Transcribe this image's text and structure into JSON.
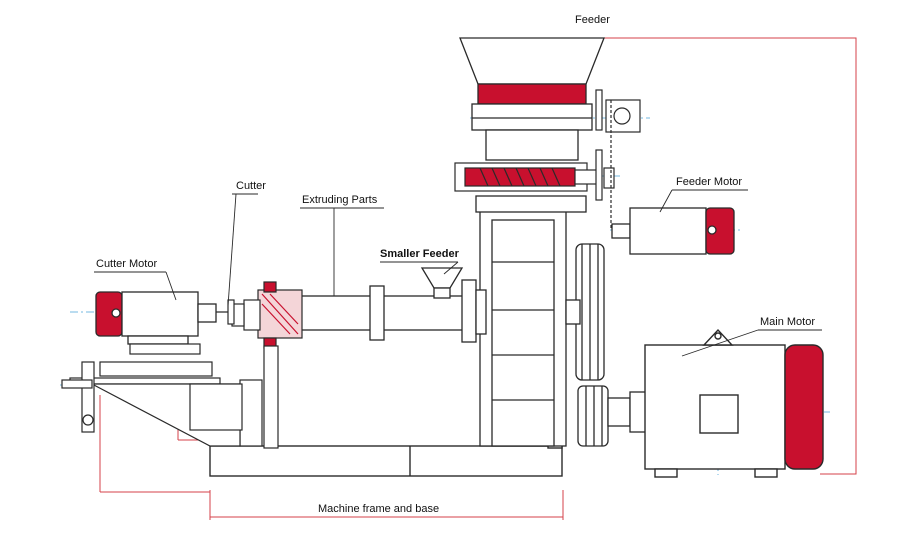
{
  "labels": {
    "feeder": "Feeder",
    "feeder_motor": "Feeder Motor",
    "cutter": "Cutter",
    "extruding_parts": "Extruding Parts",
    "smaller_feeder": "Smaller Feeder",
    "cutter_motor": "Cutter Motor",
    "main_motor": "Main Motor",
    "base": "Machine frame and base"
  },
  "colors": {
    "line": "#2a2a2a",
    "accent_red": "#c8102e",
    "dimension": "#d6404a",
    "centerline": "#4aa3d8",
    "background": "#ffffff"
  }
}
